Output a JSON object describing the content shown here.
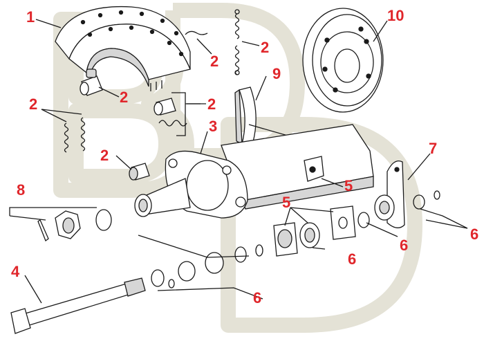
{
  "diagram": {
    "colors": {
      "callout": "#e0262b",
      "line": "#1a1a1a",
      "part_fill": "#ffffff",
      "shade": "#d6d6d6",
      "watermark": "#e4e2d6"
    },
    "callouts": [
      {
        "id": "c1",
        "label": "1",
        "part": "brake-shoe"
      },
      {
        "id": "c2a",
        "label": "2",
        "part": "spring-clip"
      },
      {
        "id": "c2b",
        "label": "2",
        "part": "return-springs-top"
      },
      {
        "id": "c2c",
        "label": "2",
        "part": "anchor-pin-roller"
      },
      {
        "id": "c2d",
        "label": "2",
        "part": "roller-and-clip"
      },
      {
        "id": "c2e",
        "label": "2",
        "part": "return-springs-left"
      },
      {
        "id": "c2f",
        "label": "2",
        "part": "bushing"
      },
      {
        "id": "c3",
        "label": "3",
        "part": "axle-spider"
      },
      {
        "id": "c4",
        "label": "4",
        "part": "camshaft"
      },
      {
        "id": "c5a",
        "label": "5",
        "part": "chamber-bracket"
      },
      {
        "id": "c5b",
        "label": "5",
        "part": "camshaft-bracket-kit"
      },
      {
        "id": "c6a",
        "label": "6",
        "part": "camshaft-hardware-left"
      },
      {
        "id": "c6b",
        "label": "6",
        "part": "bushing-seal"
      },
      {
        "id": "c6c",
        "label": "6",
        "part": "slack-adjuster-washer"
      },
      {
        "id": "c6d",
        "label": "6",
        "part": "snap-ring-hardware"
      },
      {
        "id": "c7",
        "label": "7",
        "part": "slack-adjuster"
      },
      {
        "id": "c8",
        "label": "8",
        "part": "spindle-nut-kit"
      },
      {
        "id": "c9",
        "label": "9",
        "part": "brake-lining"
      },
      {
        "id": "c10",
        "label": "10",
        "part": "dust-shield"
      }
    ]
  }
}
